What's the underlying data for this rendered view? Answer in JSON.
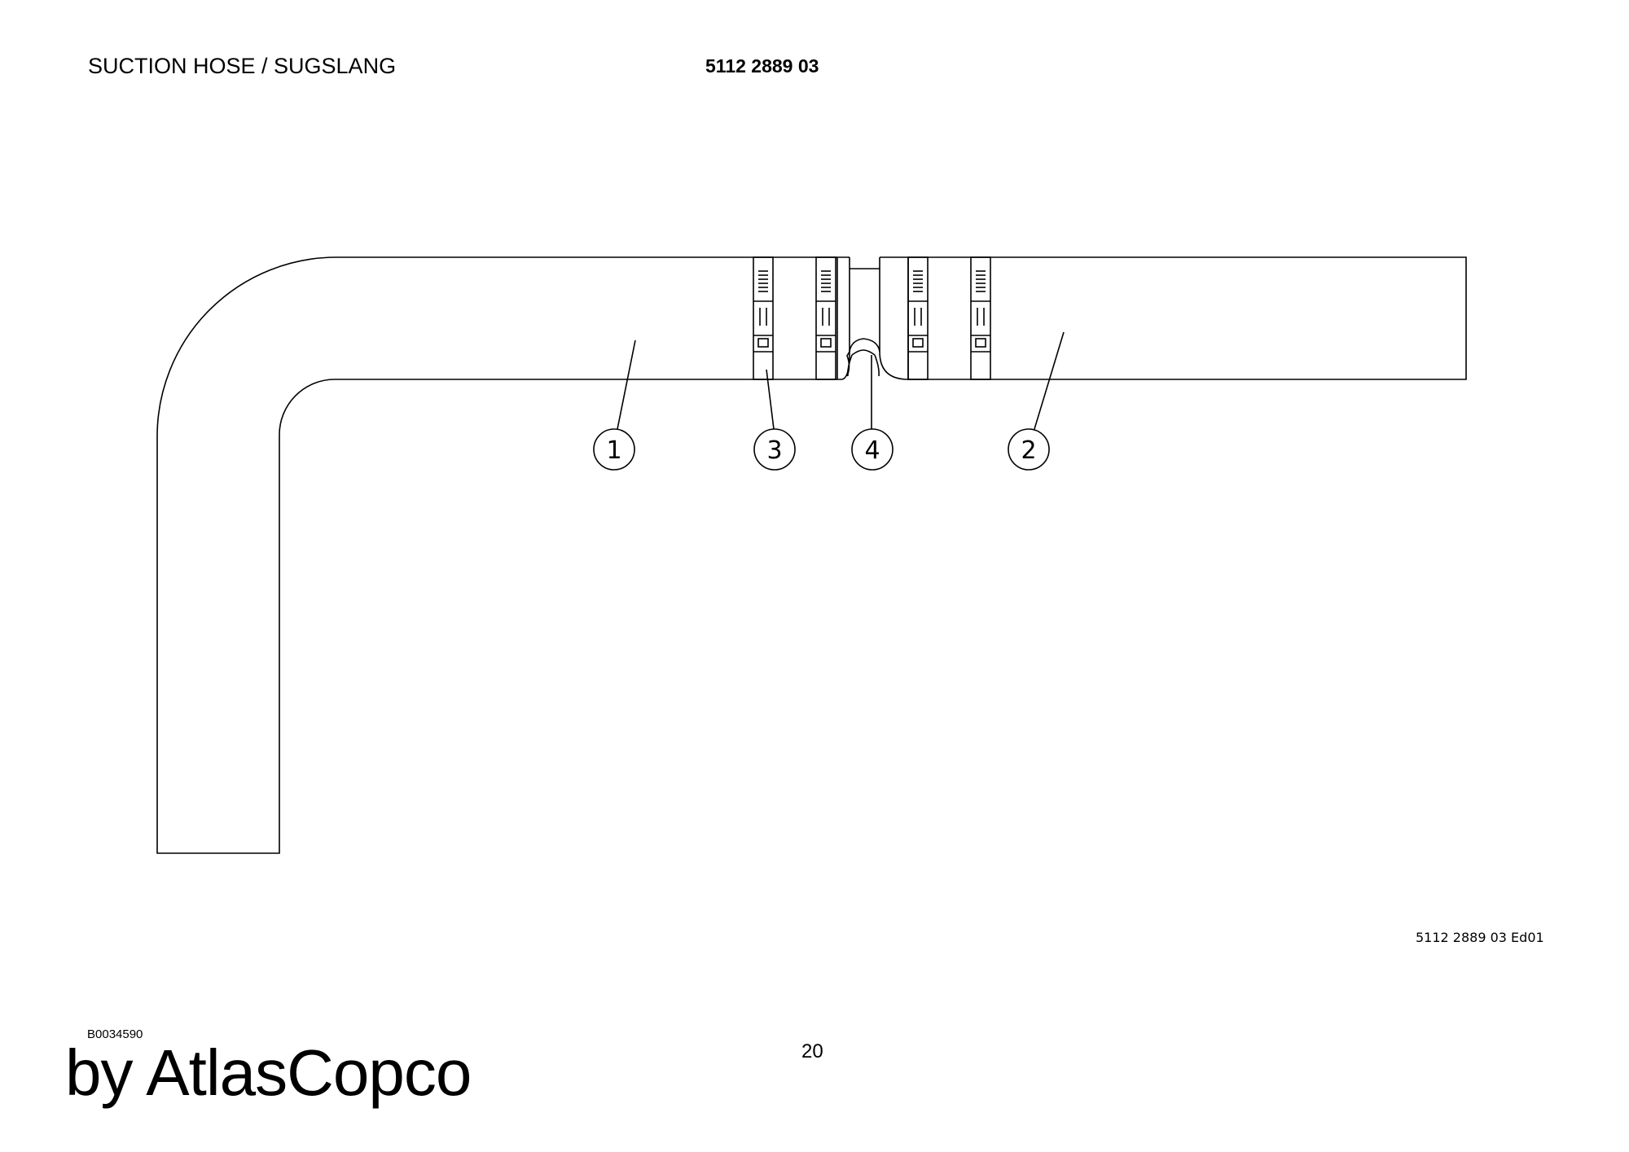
{
  "header": {
    "title": "SUCTION HOSE / SUGSLANG",
    "part_number": "5112 2889 03"
  },
  "diagram": {
    "callouts": [
      {
        "label": "1"
      },
      {
        "label": "3"
      },
      {
        "label": "4"
      },
      {
        "label": "2"
      }
    ]
  },
  "footer": {
    "doc_ref": "5112 2889 03 Ed01",
    "drawing_code": "B0034590",
    "page_number": "20",
    "brand": "by AtlasCopco"
  }
}
